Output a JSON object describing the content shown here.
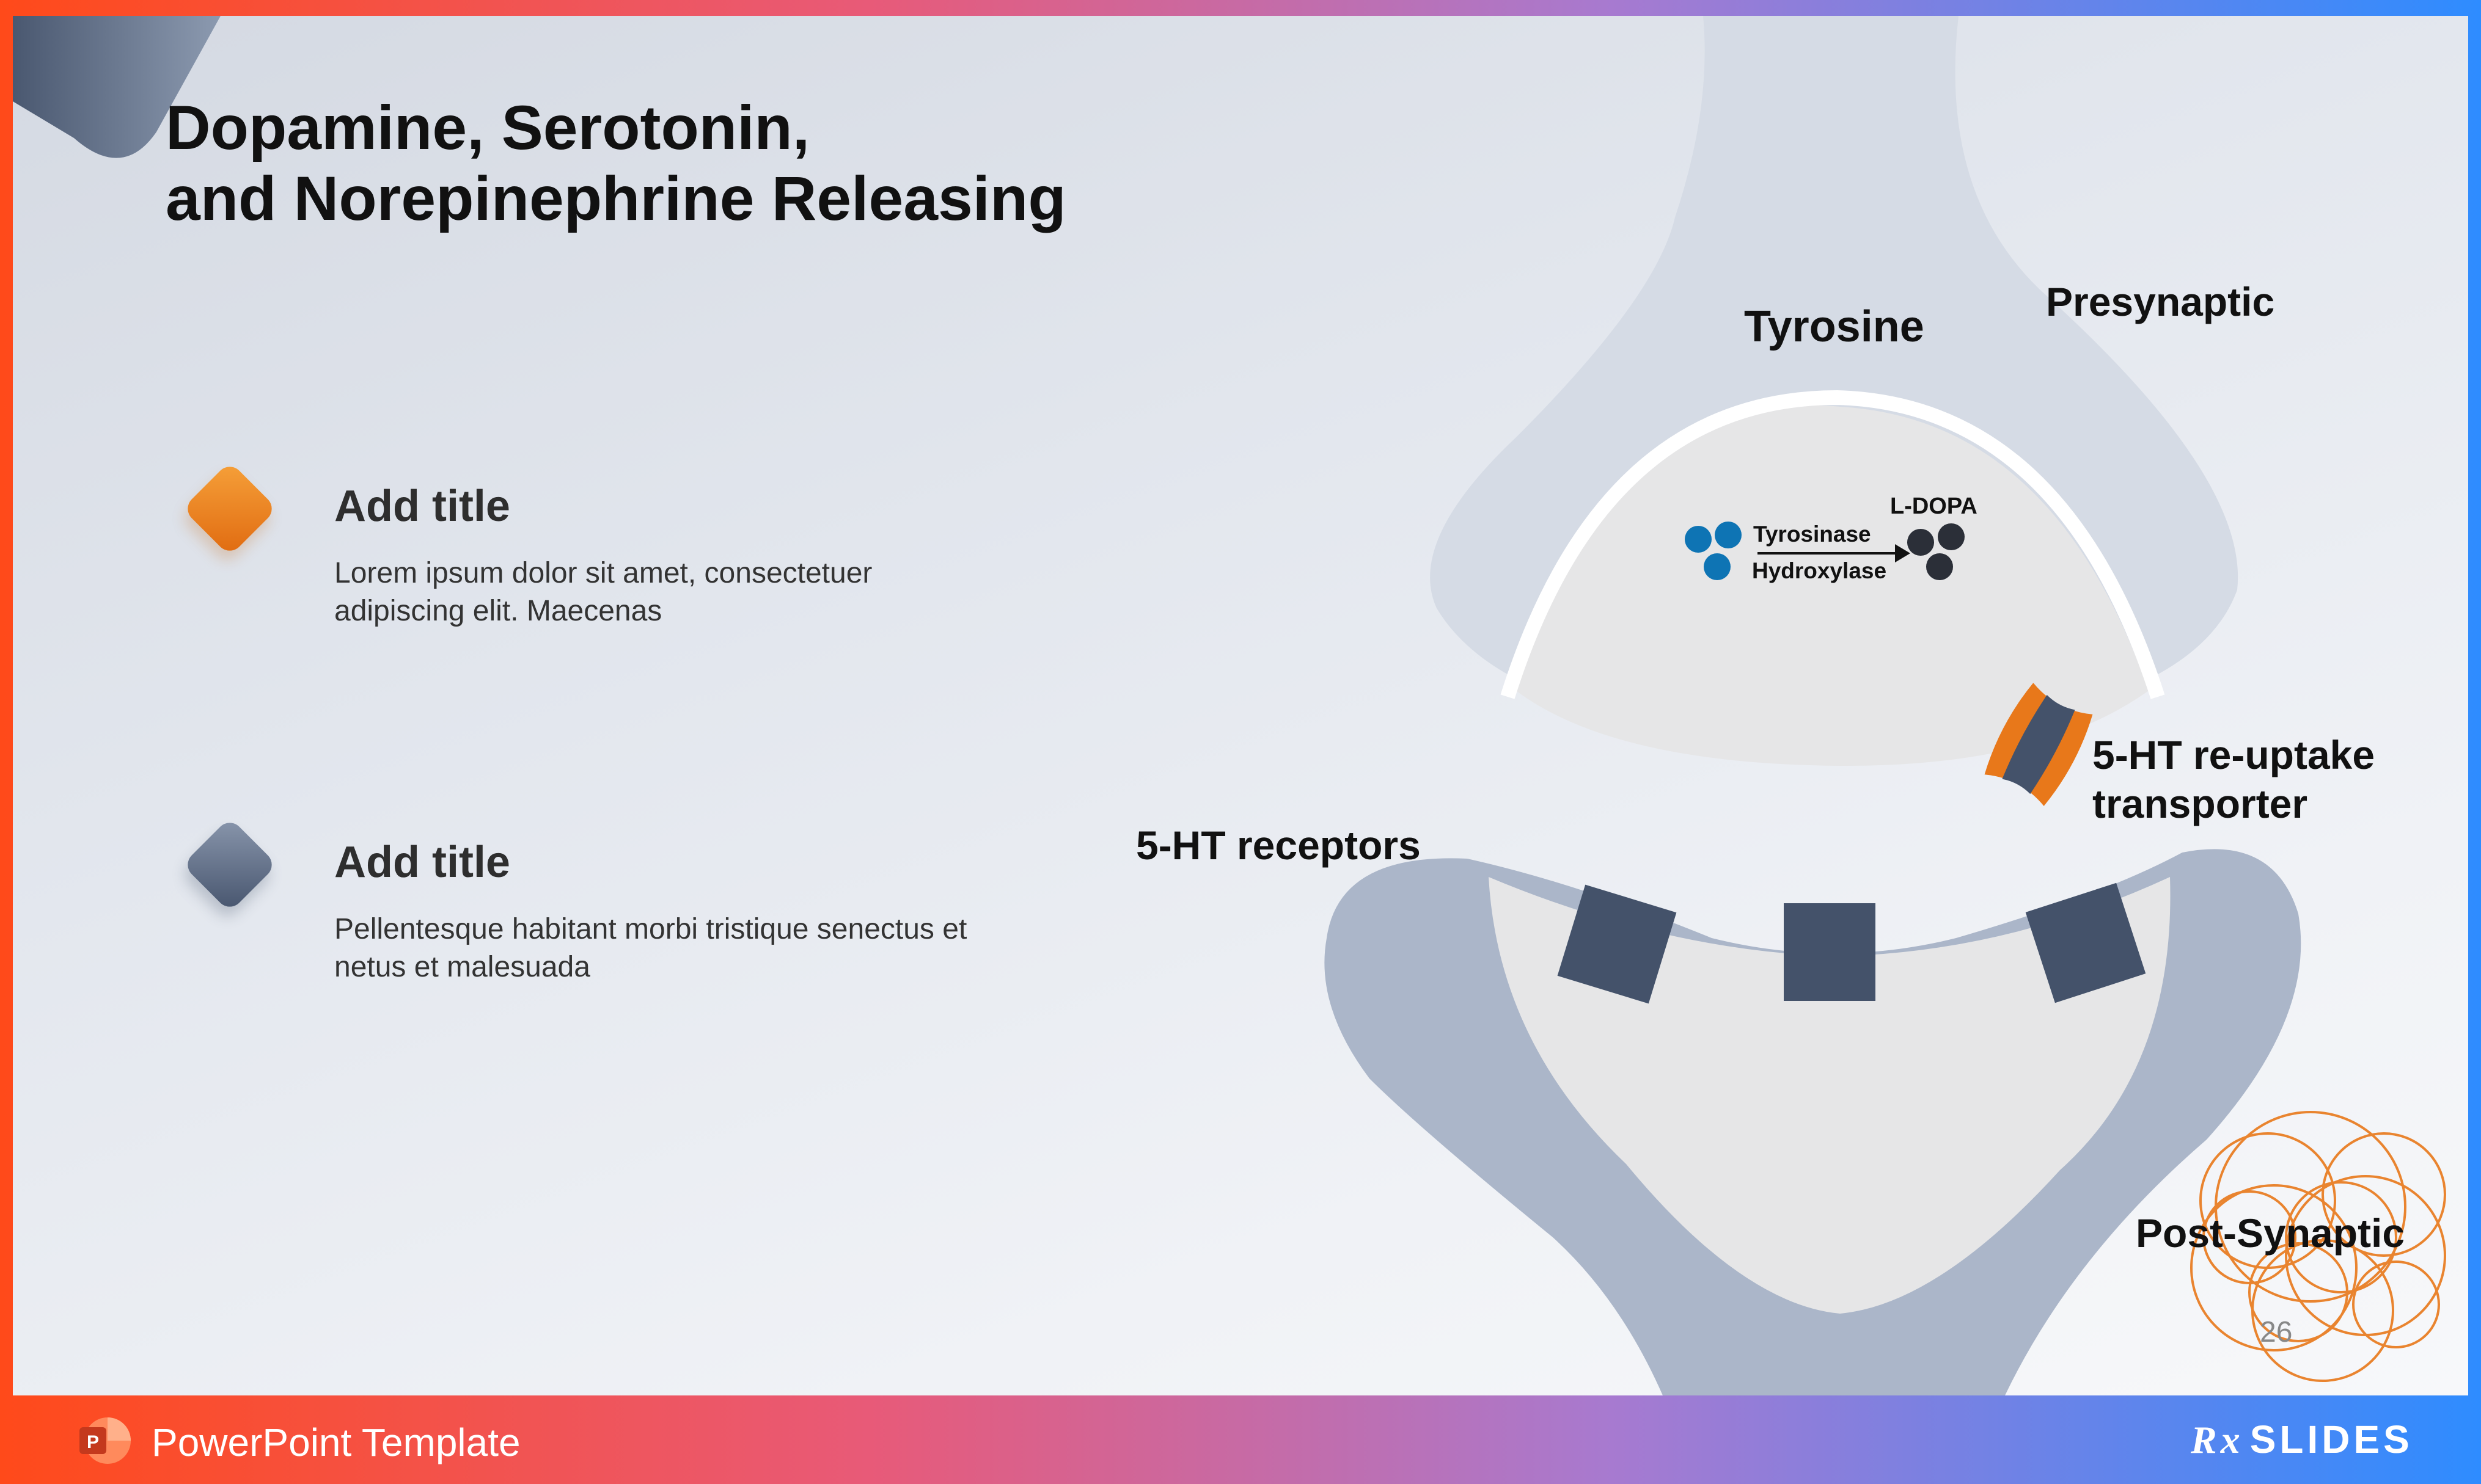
{
  "slide": {
    "title_line1": "Dopamine, Serotonin,",
    "title_line2": "and Norepinephrine Releasing",
    "page_number": "26"
  },
  "items": [
    {
      "title": "Add title",
      "text": "Lorem ipsum dolor sit amet, consectetuer adipiscing elit. Maecenas",
      "icon": "diamond-orange-icon",
      "color": "#ea7d1c"
    },
    {
      "title": "Add title",
      "text": "Pellentesque habitant morbi tristique senectus et netus et malesuada",
      "icon": "diamond-slate-icon",
      "color": "#5a6880"
    }
  ],
  "diagram": {
    "tyrosine": "Tyrosine",
    "presynaptic": "Presynaptic",
    "l_dopa": "L-DOPA",
    "enzyme_line1": "Tyrosinase",
    "enzyme_line2": "Hydroxylase",
    "transporter_line1": "5-HT re-uptake",
    "transporter_line2": "transporter",
    "receptors": "5-HT receptors",
    "post_synaptic": "Post-Synaptic",
    "colors": {
      "neuron": "#d5dbe5",
      "post_neuron": "#abb6c9",
      "receptor": "#44526a",
      "transporter": "#e8781a",
      "molecule_blue": "#0e74b4",
      "molecule_dark": "#2b2f38"
    }
  },
  "footer": {
    "label": "PowerPoint Template",
    "logo_rx": "Rx",
    "logo_text": "SLIDES"
  }
}
